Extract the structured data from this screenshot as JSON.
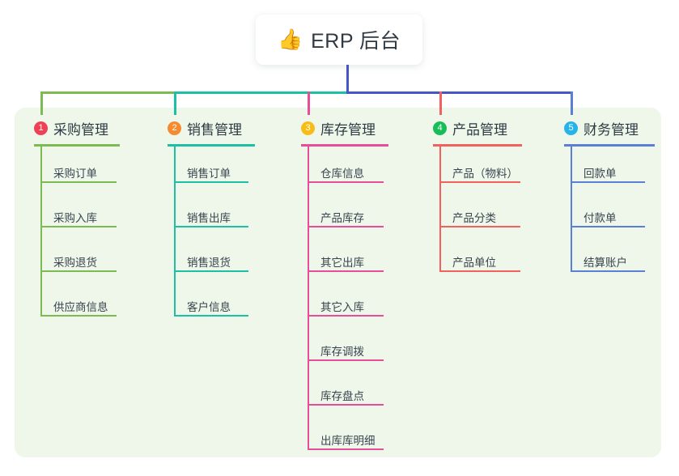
{
  "root": {
    "emoji": "👍",
    "emoji_name": "thumbs-up-icon",
    "title": "ERP 后台"
  },
  "theme": {
    "page_bg": "#ffffff",
    "panel_bg": "#eef7e9",
    "node_bg": "#ffffff",
    "text": "#2f3a44",
    "root_stem": "#4557c4"
  },
  "columns": [
    {
      "number": "1",
      "title": "采购管理",
      "badge_color": "#ef4056",
      "line_color": "#7cbb52",
      "items": [
        "采购订单",
        "采购入库",
        "采购退货",
        "供应商信息"
      ]
    },
    {
      "number": "2",
      "title": "销售管理",
      "badge_color": "#f58a30",
      "line_color": "#1ec0a4",
      "items": [
        "销售订单",
        "销售出库",
        "销售退货",
        "客户信息"
      ]
    },
    {
      "number": "3",
      "title": "库存管理",
      "badge_color": "#f7bc16",
      "line_color": "#e84d99",
      "items": [
        "仓库信息",
        "产品库存",
        "其它出库",
        "其它入库",
        "库存调拨",
        "库存盘点",
        "出库库明细"
      ]
    },
    {
      "number": "4",
      "title": "产品管理",
      "badge_color": "#17bd56",
      "line_color": "#f2615e",
      "items": [
        "产品（物料）",
        "产品分类",
        "产品单位"
      ]
    },
    {
      "number": "5",
      "title": "财务管理",
      "badge_color": "#25b4ea",
      "line_color": "#5a7fd4",
      "items": [
        "回款单",
        "付款单",
        "结算账户"
      ]
    }
  ]
}
